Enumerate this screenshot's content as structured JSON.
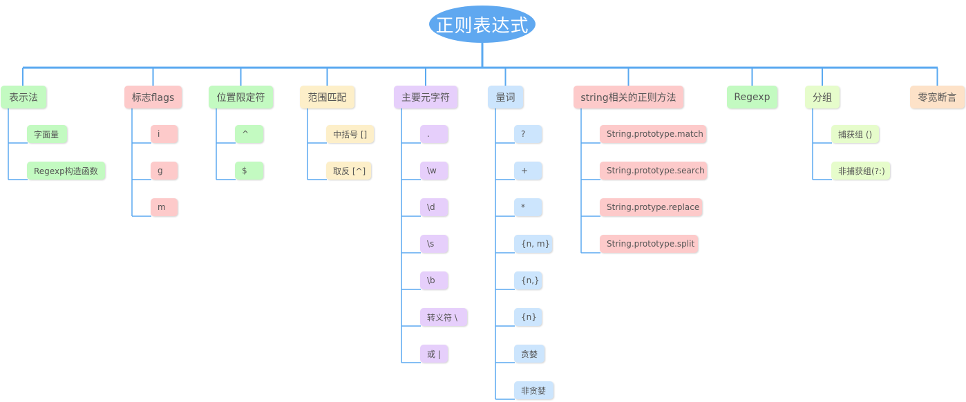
{
  "root": {
    "label": "正则表达式"
  },
  "colors": {
    "root": "#5fa8f0",
    "connector": "#5aa9f0",
    "green": "#c3fac1",
    "pink": "#fdcaca",
    "yellow": "#fdefc9",
    "purple": "#e6cffb",
    "blue": "#cce5fd",
    "lime": "#e6fccb",
    "peach": "#fde2c8",
    "text": "#555555"
  },
  "branches": [
    {
      "label": "表示法",
      "color": "green",
      "children": [
        "字面量",
        "Regexp构造函数"
      ]
    },
    {
      "label": "标志flags",
      "color": "pink",
      "children": [
        "i",
        "g",
        "m"
      ]
    },
    {
      "label": "位置限定符",
      "color": "green",
      "children": [
        "^",
        "$"
      ]
    },
    {
      "label": "范围匹配",
      "color": "yellow",
      "children": [
        "中括号 []",
        "取反 [^]"
      ]
    },
    {
      "label": "主要元字符",
      "color": "purple",
      "children": [
        ".",
        "\\w",
        "\\d",
        "\\s",
        "\\b",
        "转义符 \\",
        "或 |"
      ]
    },
    {
      "label": "量词",
      "color": "blue",
      "children": [
        "?",
        "+",
        "*",
        "{n, m}",
        "{n,}",
        "{n}",
        "贪婪",
        "非贪婪"
      ]
    },
    {
      "label": "string相关的正则方法",
      "color": "pink",
      "children": [
        "String.prototype.match",
        "String.prototype.search",
        "String.protype.replace",
        "String.prototype.split"
      ]
    },
    {
      "label": "Regexp",
      "color": "green",
      "children": []
    },
    {
      "label": "分组",
      "color": "lime",
      "children": [
        "捕获组 ()",
        "非捕获组(?:)"
      ]
    },
    {
      "label": "零宽断言",
      "color": "peach",
      "children": []
    }
  ]
}
